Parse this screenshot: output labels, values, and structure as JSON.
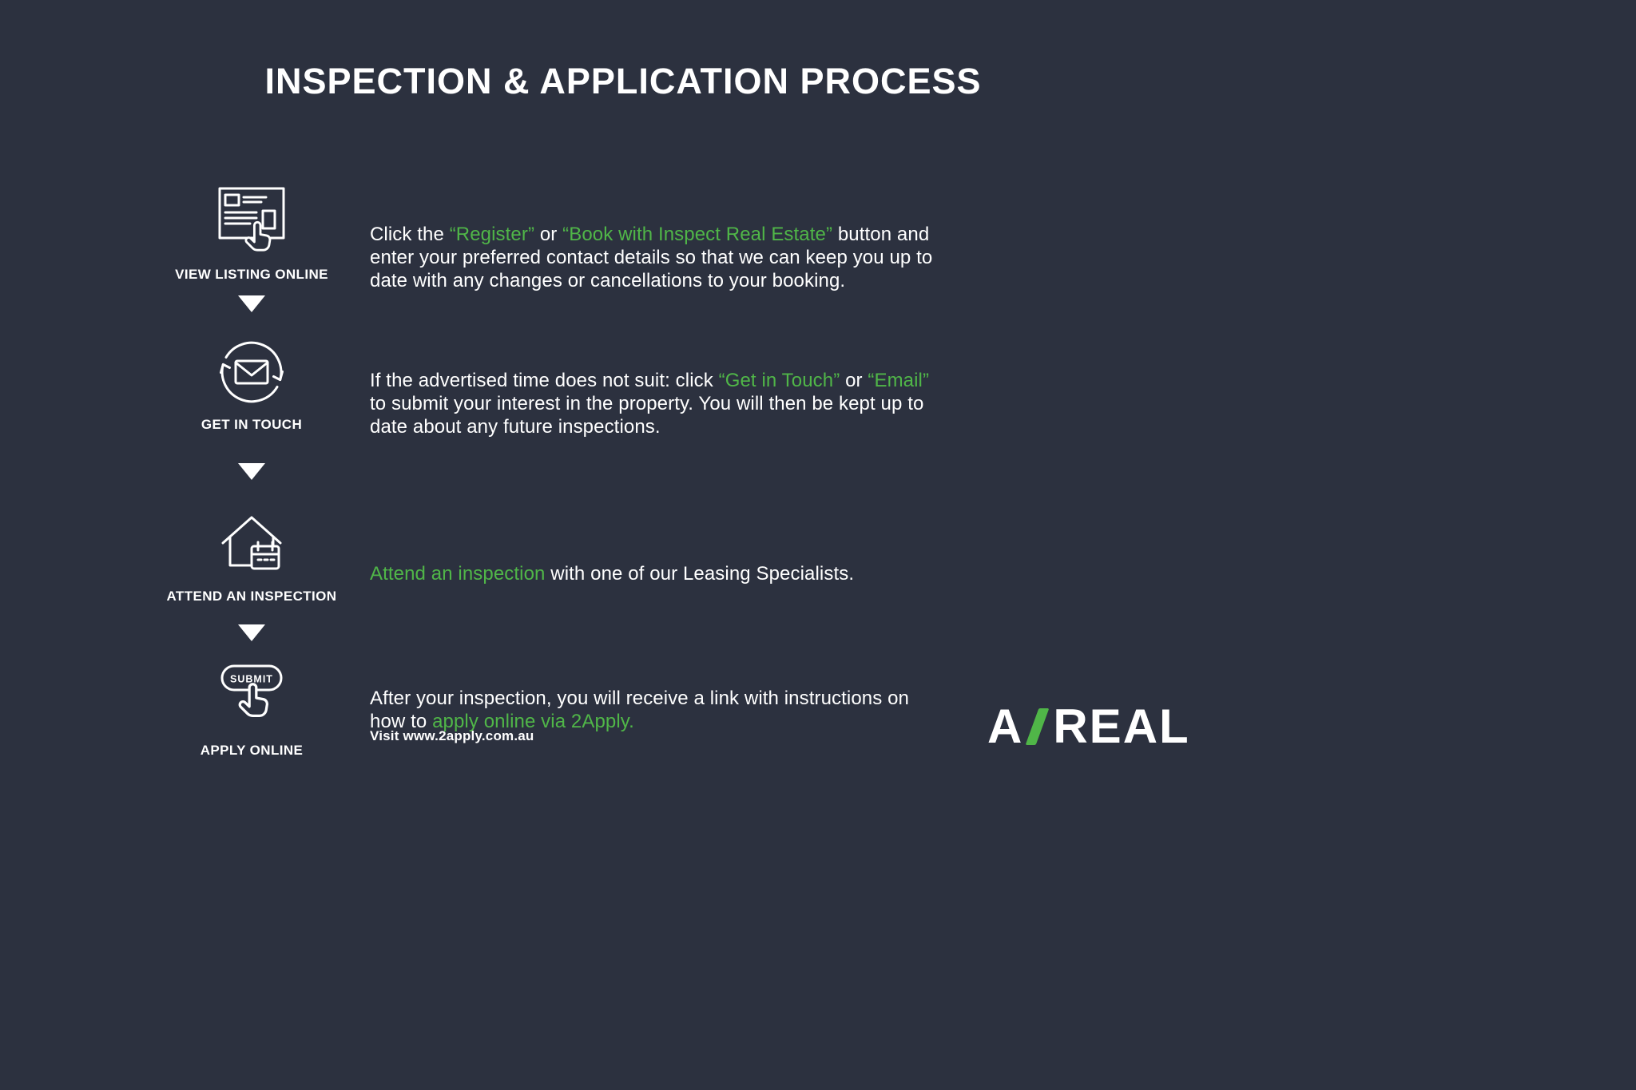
{
  "colors": {
    "bg": "#2c313f",
    "accent": "#50b648",
    "text": "#ffffff"
  },
  "title": "INSPECTION & APPLICATION PROCESS",
  "steps": [
    {
      "label": "VIEW LISTING ONLINE",
      "desc": [
        "Click the ",
        "“Register”",
        " or ",
        "“Book with Inspect Real Estate”",
        " button and\nenter your preferred contact details so that we can keep you up to\ndate with any changes or cancellations to your booking."
      ]
    },
    {
      "label": "GET IN TOUCH",
      "desc": [
        "If the advertised time does not suit: click ",
        "“Get in Touch”",
        " or ",
        "“Email”",
        "\nto submit your interest in the property. You will then be kept up to\ndate about any future inspections."
      ]
    },
    {
      "label": "ATTEND AN INSPECTION",
      "desc": [
        "Attend an inspection",
        " with one of our Leasing Specialists."
      ]
    },
    {
      "label": "APPLY ONLINE",
      "button_text": "SUBMIT",
      "desc": [
        "After your inspection, you will receive a link with instructions on\nhow to ",
        "apply online via 2Apply."
      ]
    }
  ],
  "note": "Visit www.2apply.com.au",
  "logo": {
    "prefix": "A",
    "suffix": "REAL"
  }
}
